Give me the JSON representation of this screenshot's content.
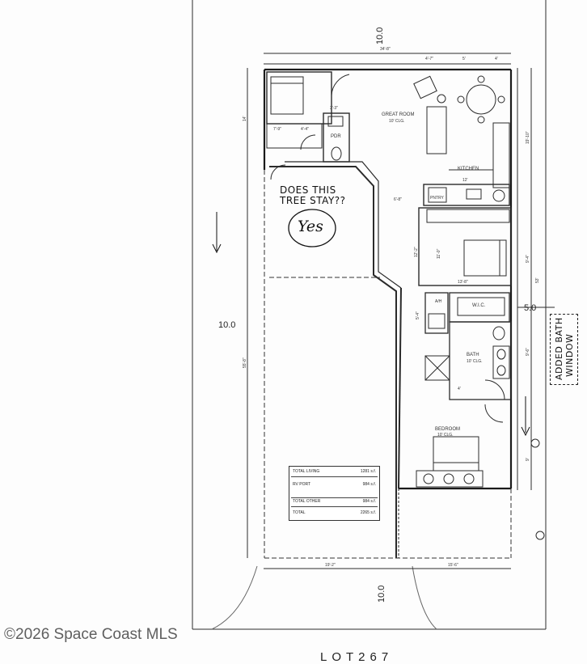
{
  "plan": {
    "setbacks": {
      "top": "10.0",
      "left": "10.0",
      "bottom": "10.0",
      "right": "5.0"
    },
    "dimensions": {
      "overall_width": "34'-8\"",
      "top_a": "4'-7\"",
      "top_b": "5'",
      "top_c": "4'",
      "left_14": "14'",
      "left_long": "55'-8\"",
      "right_a": "19'-10\"",
      "right_b": "9'-4\"",
      "right_c": "9'-6\"",
      "right_d": "9'",
      "right_e": "53'",
      "bottom_left": "19'-2\"",
      "bottom_right": "15'-6\"",
      "pdr_w": "3'-3\"",
      "hall_a": "7'-9\"",
      "hall_b": "4'-4\"",
      "corridor": "6'-8\"",
      "bed_w": "13'-8\"",
      "bed_h": "11'-0\"",
      "bed_side": "12'-2\"",
      "bath_a": "4'",
      "laundry": "5'-4\"",
      "kit_a": "12'"
    },
    "rooms": {
      "great_room": "GREAT ROOM",
      "great_room_clg": "10' CLG.",
      "pdr": "PDR",
      "kitchen": "KITCHEN",
      "wic": "W.I.C.",
      "bath": "BATH",
      "bath_clg": "10' CLG.",
      "bedroom": "BEDROOM",
      "bedroom_clg": "10' CLG.",
      "ah": "A/H",
      "pantry": "PNTRY"
    },
    "annotations": {
      "tree_line1": "DOES THIS",
      "tree_line2": "TREE STAY??",
      "tree_answer": "Yes",
      "window_line1": "ADDED BATH",
      "window_line2": "WINDOW"
    },
    "area_table": [
      {
        "label": "TOTAL LIVING",
        "value": "1281 s.f."
      },
      {
        "label": "RV PORT",
        "value": "984 s.f."
      },
      {
        "label": "TOTAL OTHER",
        "value": "984 s.f."
      },
      {
        "label": "TOTAL",
        "value": "2265 s.f."
      }
    ],
    "lot_label": "LOT267",
    "watermark": "©2026 Space Coast MLS"
  }
}
